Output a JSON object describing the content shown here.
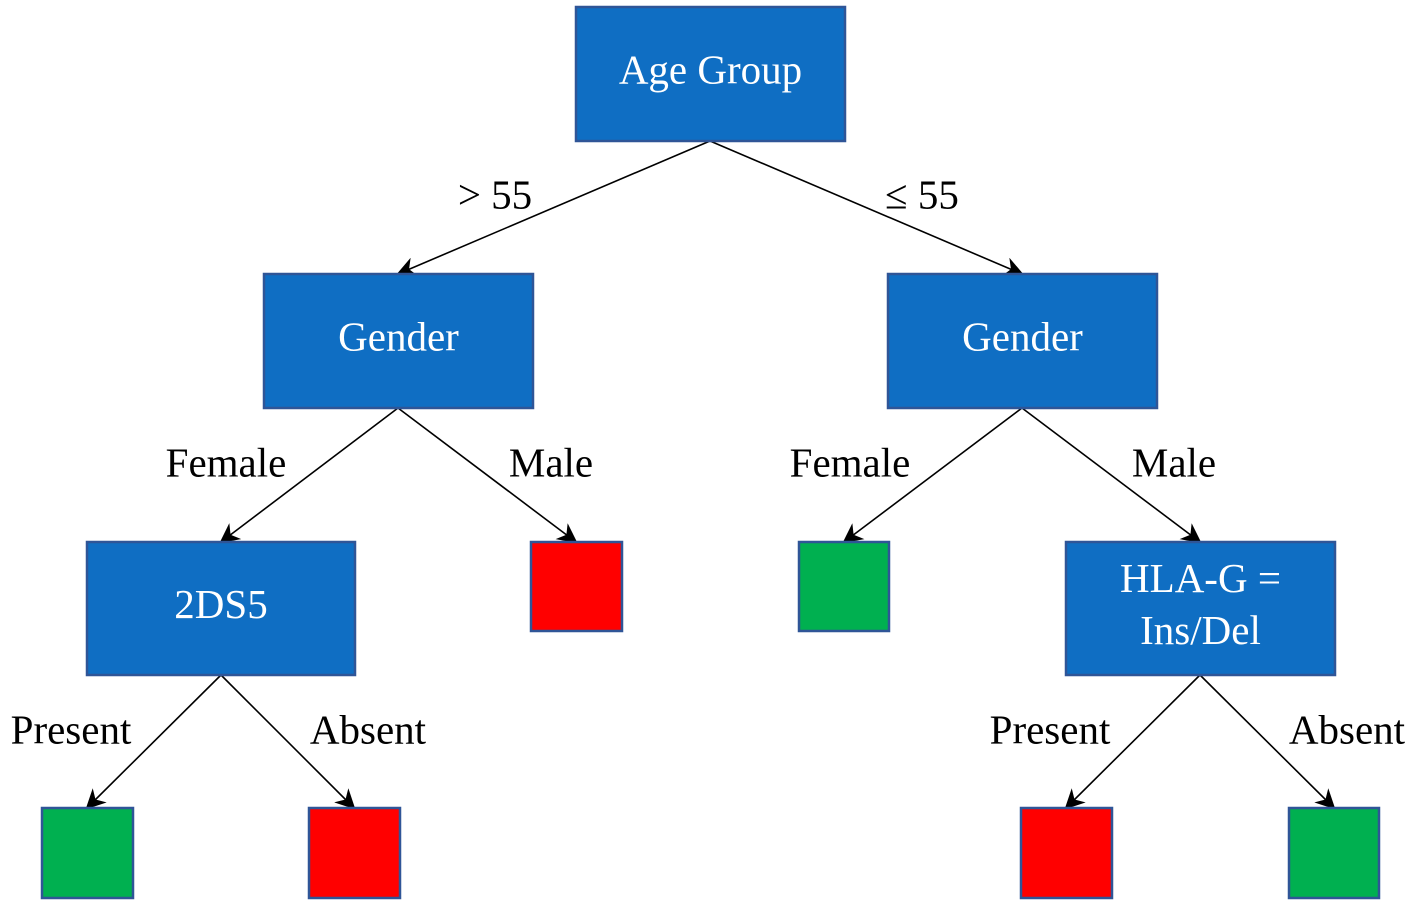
{
  "colors": {
    "decision_fill": "#0F6EC3",
    "node_border": "#2F5597",
    "leaf_red": "#FF0000",
    "leaf_green": "#00B050",
    "text_on_node": "#ffffff",
    "edge_label": "#000000",
    "arrow": "#000000"
  },
  "decision_nodes": [
    {
      "id": "root",
      "lines": [
        "Age Group"
      ]
    },
    {
      "id": "gender_left",
      "lines": [
        "Gender"
      ]
    },
    {
      "id": "gender_right",
      "lines": [
        "Gender"
      ]
    },
    {
      "id": "2ds5",
      "lines": [
        "2DS5"
      ]
    },
    {
      "id": "hlag",
      "lines": [
        "HLA-G =",
        "Ins/Del"
      ]
    }
  ],
  "leaf_nodes": [
    {
      "id": "leaf_left_male",
      "outcome": "red"
    },
    {
      "id": "leaf_right_female",
      "outcome": "green"
    },
    {
      "id": "leaf_2ds5_present",
      "outcome": "green"
    },
    {
      "id": "leaf_2ds5_absent",
      "outcome": "red"
    },
    {
      "id": "leaf_hlag_present",
      "outcome": "red"
    },
    {
      "id": "leaf_hlag_absent",
      "outcome": "green"
    }
  ],
  "edges": [
    {
      "from": "root",
      "to": "gender_left",
      "label": "> 55"
    },
    {
      "from": "root",
      "to": "gender_right",
      "label": "≤ 55"
    },
    {
      "from": "gender_left",
      "to": "2ds5",
      "label": "Female"
    },
    {
      "from": "gender_left",
      "to": "leaf_left_male",
      "label": "Male"
    },
    {
      "from": "gender_right",
      "to": "leaf_right_female",
      "label": "Female"
    },
    {
      "from": "gender_right",
      "to": "hlag",
      "label": "Male"
    },
    {
      "from": "2ds5",
      "to": "leaf_2ds5_present",
      "label": "Present"
    },
    {
      "from": "2ds5",
      "to": "leaf_2ds5_absent",
      "label": "Absent"
    },
    {
      "from": "hlag",
      "to": "leaf_hlag_present",
      "label": "Present"
    },
    {
      "from": "hlag",
      "to": "leaf_hlag_absent",
      "label": "Absent"
    }
  ]
}
